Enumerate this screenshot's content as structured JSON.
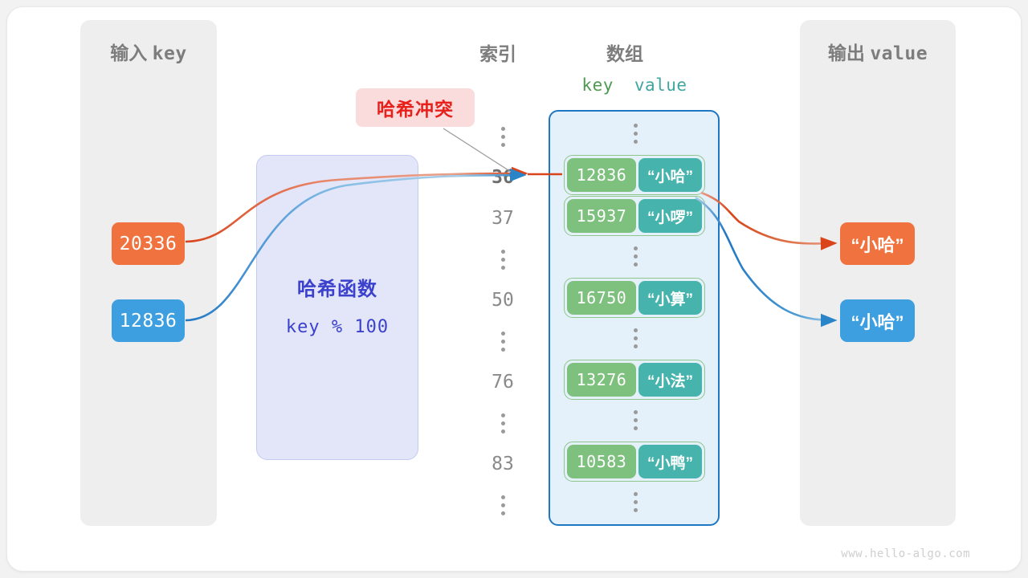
{
  "panels": {
    "input": {
      "title_cjk": "输入",
      "title_mono": "key"
    },
    "output": {
      "title_cjk": "输出",
      "title_mono": "value"
    }
  },
  "input_keys": [
    {
      "value": "20336",
      "color": "#f0733f"
    },
    {
      "value": "12836",
      "color": "#3d9fe0"
    }
  ],
  "hash_function": {
    "name": "哈希函数",
    "expression": "key % 100",
    "color": "#3b41cc"
  },
  "collision": {
    "label": "哈希冲突",
    "text_color": "#e8201b",
    "background": "#fadcdc"
  },
  "columns": {
    "index_title": "索引",
    "array_title": "数组",
    "key_header": "key",
    "value_header": "value",
    "key_header_color": "#4e9a51",
    "value_header_color": "#3fa79f"
  },
  "rows": [
    {
      "type": "ellipsis",
      "index": "",
      "key": "",
      "value": "",
      "highlight": false
    },
    {
      "type": "entry",
      "index": "36",
      "key": "12836",
      "value": "“小哈”",
      "highlight": true
    },
    {
      "type": "entry",
      "index": "37",
      "key": "15937",
      "value": "“小啰”",
      "highlight": false
    },
    {
      "type": "ellipsis",
      "index": "",
      "key": "",
      "value": "",
      "highlight": false
    },
    {
      "type": "entry",
      "index": "50",
      "key": "16750",
      "value": "“小算”",
      "highlight": false
    },
    {
      "type": "ellipsis",
      "index": "",
      "key": "",
      "value": "",
      "highlight": false
    },
    {
      "type": "entry",
      "index": "76",
      "key": "13276",
      "value": "“小法”",
      "highlight": false
    },
    {
      "type": "ellipsis",
      "index": "",
      "key": "",
      "value": "",
      "highlight": false
    },
    {
      "type": "entry",
      "index": "83",
      "key": "10583",
      "value": "“小鸭”",
      "highlight": false
    },
    {
      "type": "ellipsis",
      "index": "",
      "key": "",
      "value": "",
      "highlight": false
    }
  ],
  "output_values": [
    {
      "value": "“小哈”",
      "color": "#f0733f"
    },
    {
      "value": "“小哈”",
      "color": "#3d9fe0"
    }
  ],
  "watermark": "www.hello-algo.com",
  "colors": {
    "key_cell": "#7ec07e",
    "value_cell": "#46b4ac",
    "array_fill": "#e4f0fa",
    "array_border": "#1f77c4",
    "panel_fill": "#eeeeee",
    "hash_fill": "#e2e6f8",
    "orange_wire": "#d9441a",
    "blue_wire": "#1f77c4"
  }
}
